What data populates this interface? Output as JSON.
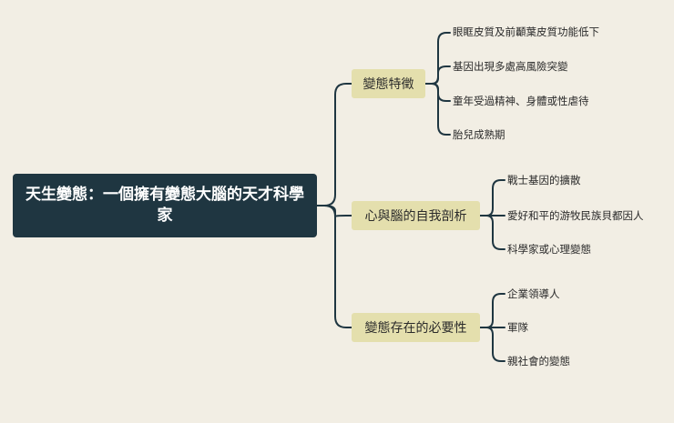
{
  "root": {
    "title": "天生變態：一個擁有變態大腦的天才科學家"
  },
  "colors": {
    "line": "#1f3641",
    "root_bg": "#1f3641",
    "branch_bg": "#e4dfad",
    "background": "#f2eee4"
  },
  "branches": [
    {
      "label": "變態特徵",
      "leaves": [
        "眼眶皮質及前顳葉皮質功能低下",
        "基因出現多處高風險突變",
        "童年受過精神、身體或性虐待",
        "胎兒成熟期"
      ]
    },
    {
      "label": "心與腦的自我剖析",
      "leaves": [
        "戰士基因的擴散",
        "愛好和平的游牧民族貝都因人",
        "科學家或心理變態"
      ]
    },
    {
      "label": "變態存在的必要性",
      "leaves": [
        "企業領導人",
        "軍隊",
        "親社會的變態"
      ]
    }
  ]
}
